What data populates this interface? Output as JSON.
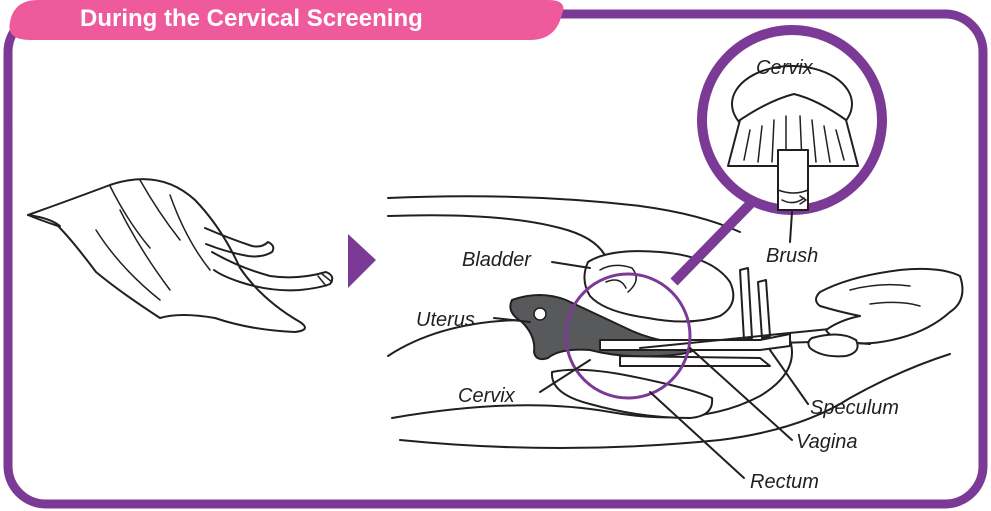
{
  "header": {
    "title": "During the Cervical Screening"
  },
  "labels": {
    "cervix_inset": "Cervix",
    "brush": "Brush",
    "bladder": "Bladder",
    "uterus": "Uterus",
    "cervix": "Cervix",
    "speculum": "Speculum",
    "vagina": "Vagina",
    "rectum": "Rectum"
  },
  "colors": {
    "frame": "#7b3a96",
    "banner": "#ef5a9d",
    "uterus_fill": "#58595b",
    "outline": "#231f20"
  },
  "icons": {
    "arrow": "triangle-right-icon"
  }
}
